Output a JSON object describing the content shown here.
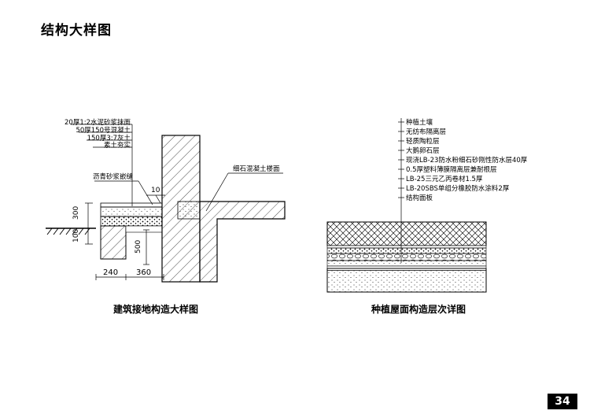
{
  "page": {
    "title": "结构大样图",
    "page_number": "34"
  },
  "left_detail": {
    "caption": "建筑接地构造大样图",
    "layer_labels": [
      "20厚1:2水泥砂浆抹面",
      "50厚150号混凝土",
      "150厚3:7灰土",
      "素土夯实"
    ],
    "joint_label": "沥青砂浆嵌缝",
    "slab_label": "细石混凝土楼面",
    "dimensions": {
      "joint_width": "10",
      "step_height": "300",
      "base_depth": "100",
      "footing_depth": "500",
      "width_a": "240",
      "width_b": "360"
    }
  },
  "right_detail": {
    "caption": "种植屋面构造层次详图",
    "layer_labels": [
      "种植土壤",
      "无纺布隔离层",
      "轻质陶粒层",
      "大鹅卵石层",
      "现浇LB-23防水粉细石砂刚性防水层40厚",
      "0.5厚塑料薄膜隔离层兼耐根层",
      "LB-25三元乙丙卷材1.5厚",
      "LB-20SBS单组分橡胶防水涂料2厚",
      "结构面板"
    ]
  }
}
